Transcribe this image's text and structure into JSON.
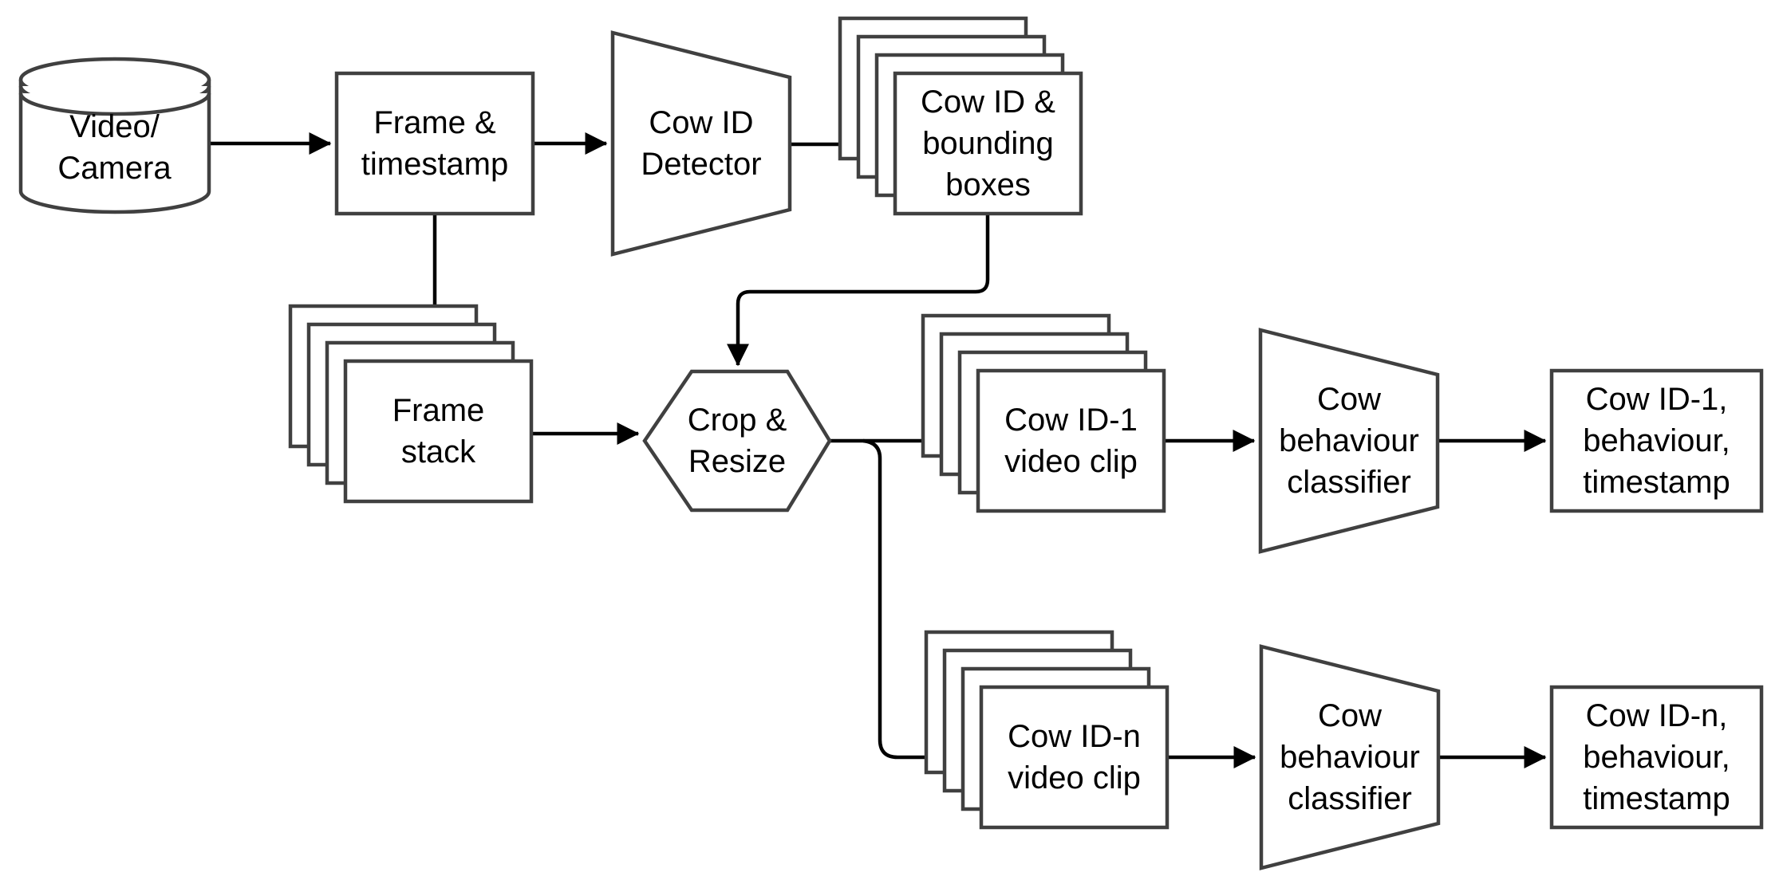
{
  "diagram_type": "flowchart",
  "colors": {
    "background": "#ffffff",
    "shape_fill": "#ffffff",
    "shape_stroke": "#404040",
    "connector": "#000000",
    "text": "#000000"
  },
  "nodes": {
    "video_camera": {
      "label": "Video/\nCamera",
      "shape": "cylinder"
    },
    "frame_timestamp": {
      "label": "Frame &\ntimestamp",
      "shape": "rectangle"
    },
    "cow_id_detector": {
      "label": "Cow ID\nDetector",
      "shape": "trapezoid"
    },
    "cow_id_bounding": {
      "label": "Cow ID &\nbounding\nboxes",
      "shape": "page-stack"
    },
    "frame_stack": {
      "label": "Frame\nstack",
      "shape": "page-stack"
    },
    "crop_resize": {
      "label": "Crop &\nResize",
      "shape": "hexagon"
    },
    "cow_id1_clip": {
      "label": "Cow ID-1\nvideo clip",
      "shape": "page-stack"
    },
    "classifier_top": {
      "label": "Cow\nbehaviour\nclassifier",
      "shape": "trapezoid"
    },
    "out_id1": {
      "label": "Cow ID-1,\nbehaviour,\ntimestamp",
      "shape": "rectangle"
    },
    "cow_idn_clip": {
      "label": "Cow ID-n\nvideo clip",
      "shape": "page-stack"
    },
    "classifier_bottom": {
      "label": "Cow\nbehaviour\nclassifier",
      "shape": "trapezoid"
    },
    "out_idn": {
      "label": "Cow ID-n,\nbehaviour,\ntimestamp",
      "shape": "rectangle"
    }
  },
  "edges": [
    {
      "from": "video_camera",
      "to": "frame_timestamp"
    },
    {
      "from": "frame_timestamp",
      "to": "cow_id_detector"
    },
    {
      "from": "cow_id_detector",
      "to": "cow_id_bounding"
    },
    {
      "from": "cow_id_bounding",
      "to": "crop_resize"
    },
    {
      "from": "frame_timestamp",
      "to": "frame_stack"
    },
    {
      "from": "frame_stack",
      "to": "crop_resize"
    },
    {
      "from": "crop_resize",
      "to": "cow_id1_clip"
    },
    {
      "from": "crop_resize",
      "to": "cow_idn_clip"
    },
    {
      "from": "cow_id1_clip",
      "to": "classifier_top"
    },
    {
      "from": "classifier_top",
      "to": "out_id1"
    },
    {
      "from": "cow_idn_clip",
      "to": "classifier_bottom"
    },
    {
      "from": "classifier_bottom",
      "to": "out_idn"
    }
  ]
}
